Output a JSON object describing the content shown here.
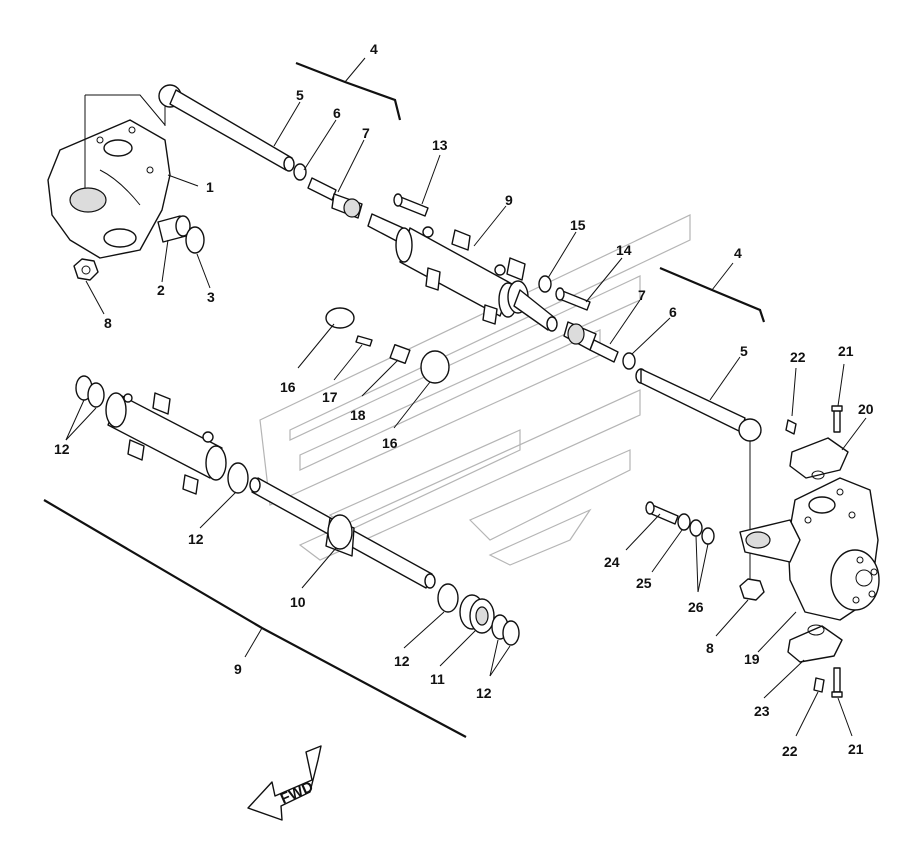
{
  "callouts": {
    "c1": "1",
    "c2": "2",
    "c3": "3",
    "c4a": "4",
    "c4b": "4",
    "c5a": "5",
    "c5b": "5",
    "c6a": "6",
    "c6b": "6",
    "c7a": "7",
    "c7b": "7",
    "c8a": "8",
    "c8b": "8",
    "c9a": "9",
    "c9b": "9",
    "c10": "10",
    "c11": "11",
    "c12a": "12",
    "c12b": "12",
    "c12c": "12",
    "c12d": "12",
    "c13": "13",
    "c14": "14",
    "c15": "15",
    "c16a": "16",
    "c16b": "16",
    "c17": "17",
    "c18": "18",
    "c19": "19",
    "c20": "20",
    "c21a": "21",
    "c21b": "21",
    "c22a": "22",
    "c22b": "22",
    "c23": "23",
    "c24": "24",
    "c25": "25",
    "c26": "26"
  },
  "fwd_label": "FWD"
}
